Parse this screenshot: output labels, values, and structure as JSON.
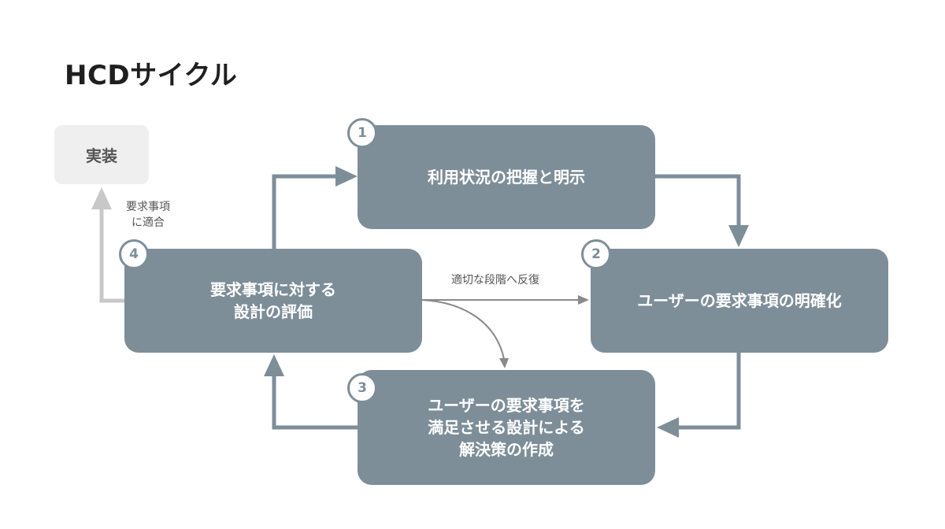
{
  "title": "HCDサイクル",
  "implementation": {
    "label": "実装"
  },
  "steps": [
    {
      "number": "1",
      "lines": [
        "利用状況の把握と明示"
      ]
    },
    {
      "number": "2",
      "lines": [
        "ユーザーの要求事項の明確化"
      ]
    },
    {
      "number": "3",
      "lines": [
        "ユーザーの要求事項を",
        "満足させる設計による",
        "解決策の作成"
      ]
    },
    {
      "number": "4",
      "lines": [
        "要求事項に対する",
        "設計の評価"
      ]
    }
  ],
  "annotations": {
    "iterate": "適切な段階へ反復",
    "fit_line1": "要求事項",
    "fit_line2": "に適合"
  },
  "colors": {
    "box": "#7d8e99",
    "connector": "#7d8e99",
    "iterate_arrow": "#8a8a8a",
    "implement_arrow": "#c8c8c8",
    "implementation_box": "#efefef"
  }
}
